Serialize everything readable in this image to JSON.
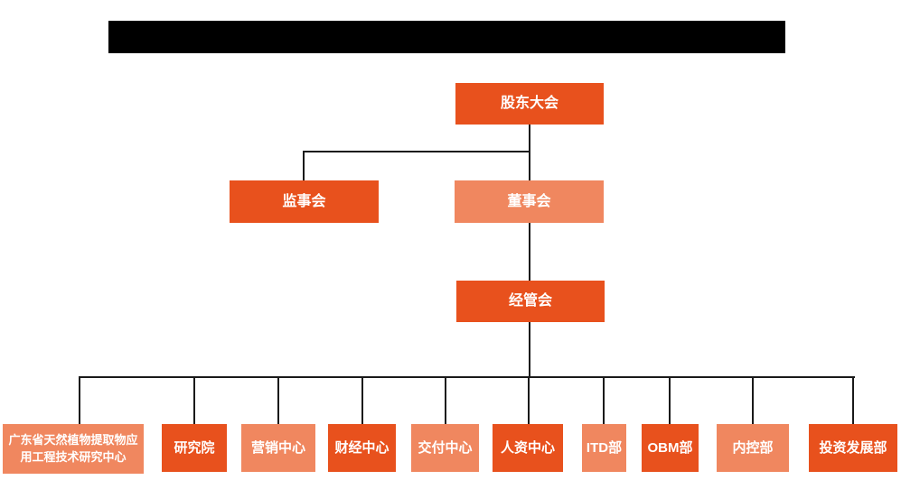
{
  "colors": {
    "dark": "#e8511d",
    "light": "#f0875f",
    "line": "#1a1a1a",
    "text": "#ffffff",
    "redacted_bar": "#000000"
  },
  "title_bar": {
    "type": "redacted-black-bar",
    "text": ""
  },
  "org": {
    "root": {
      "label": "股东大会",
      "tone": "dark"
    },
    "supervisory": {
      "label": "监事会",
      "tone": "dark"
    },
    "board": {
      "label": "董事会",
      "tone": "light"
    },
    "management": {
      "label": "经管会",
      "tone": "dark"
    },
    "departments": [
      {
        "label": "广东省天然植物提取物应用工程技术研究中心",
        "lines": [
          "广东省天然植物提取物应",
          "用工程技术研究中心"
        ],
        "tone": "light"
      },
      {
        "label": "研究院",
        "tone": "dark"
      },
      {
        "label": "营销中心",
        "tone": "light"
      },
      {
        "label": "财经中心",
        "tone": "dark"
      },
      {
        "label": "交付中心",
        "tone": "light"
      },
      {
        "label": "人资中心",
        "tone": "dark"
      },
      {
        "label": "ITD部",
        "tone": "light"
      },
      {
        "label": "OBM部",
        "tone": "dark"
      },
      {
        "label": "内控部",
        "tone": "light"
      },
      {
        "label": "投资发展部",
        "tone": "dark"
      }
    ]
  }
}
